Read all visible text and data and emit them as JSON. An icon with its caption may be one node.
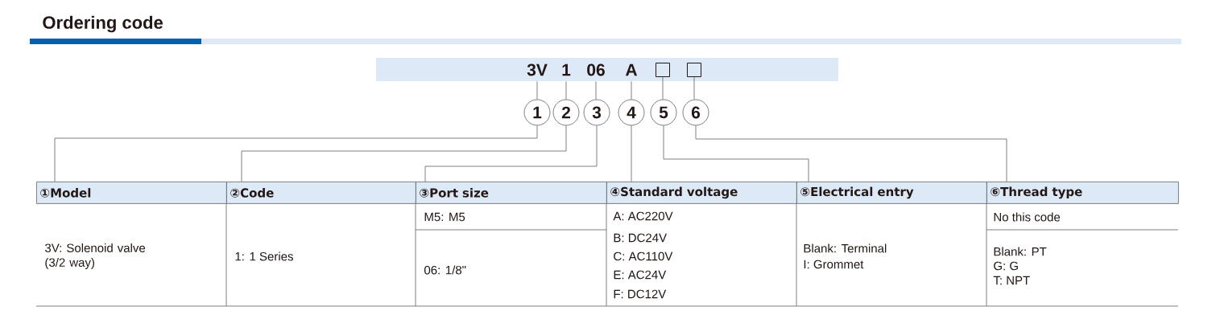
{
  "diagram": {
    "title": "Ordering code",
    "nodes": [
      {
        "text": [
          "3V"
        ]
      },
      {
        "text": [
          "1"
        ]
      },
      {
        "text": [
          "06"
        ]
      },
      {
        "text": [
          "A"
        ]
      },
      {
        "text": [],
        "shape": "box"
      },
      {
        "text": [],
        "shape": "box"
      },
      {
        "text": [
          "1"
        ]
      },
      {
        "text": [
          "2"
        ]
      },
      {
        "text": [
          "3"
        ]
      },
      {
        "text": [
          "4"
        ]
      },
      {
        "text": [
          "5"
        ]
      },
      {
        "text": [
          "6"
        ]
      },
      {
        "text": [
          "①Model"
        ]
      },
      {
        "text": [
          "②Code"
        ]
      },
      {
        "text": [
          "③Port size"
        ]
      },
      {
        "text": [
          "④Standard voltage"
        ]
      },
      {
        "text": [
          "⑤Electrical entry"
        ]
      },
      {
        "text": [
          "⑥Thread type"
        ]
      }
    ],
    "edges": [
      {
        "from": 0,
        "to": 6,
        "arrow": "none"
      },
      {
        "from": 1,
        "to": 7,
        "arrow": "none"
      },
      {
        "from": 2,
        "to": 8,
        "arrow": "none"
      },
      {
        "from": 3,
        "to": 9,
        "arrow": "none"
      },
      {
        "from": 4,
        "to": 10,
        "arrow": "none"
      },
      {
        "from": 5,
        "to": 11,
        "arrow": "none"
      },
      {
        "from": 6,
        "to": 12,
        "arrow": "none"
      },
      {
        "from": 7,
        "to": 13,
        "arrow": "none"
      },
      {
        "from": 8,
        "to": 14,
        "arrow": "none"
      },
      {
        "from": 9,
        "to": 15,
        "arrow": "none"
      },
      {
        "from": 10,
        "to": 16,
        "arrow": "none"
      },
      {
        "from": 11,
        "to": 17,
        "arrow": "none"
      }
    ],
    "labels": [
      "3V: Solenoid valve (3/2 way)",
      "1: 1 Series",
      "M5: M5",
      "06: 1/8\"",
      "A: AC220V",
      "B: DC24V",
      "C: AC110V",
      "E: AC24V",
      "F: DC12V",
      "Blank: Terminal",
      "I: Grommet",
      "No this code",
      "Blank: PT",
      "G: G",
      "T: NPT"
    ]
  }
}
